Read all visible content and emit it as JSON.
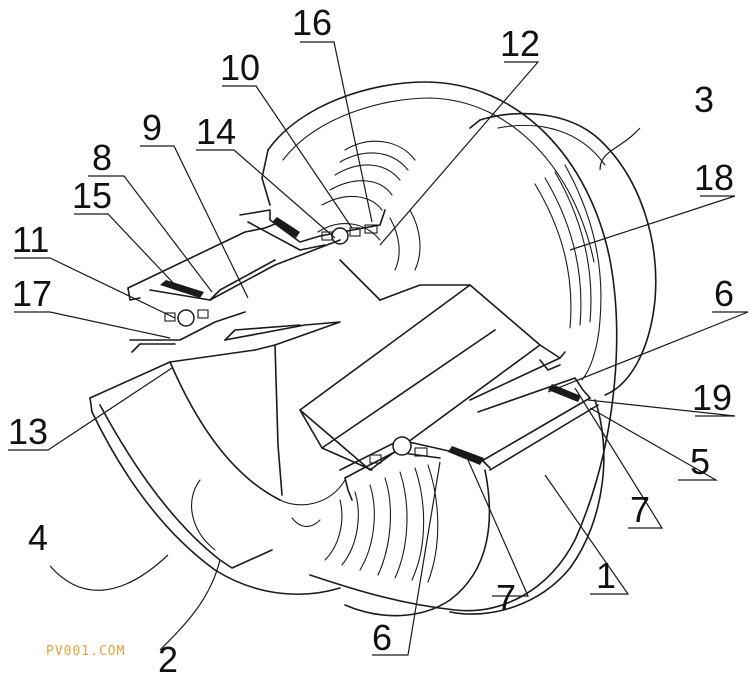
{
  "labels": {
    "l16": "16",
    "l10": "10",
    "l12": "12",
    "l3": "3",
    "l9": "9",
    "l14": "14",
    "l8": "8",
    "l18": "18",
    "l15": "15",
    "l11": "11",
    "l17": "17",
    "l6a": "6",
    "l19": "19",
    "l13": "13",
    "l5": "5",
    "l7a": "7",
    "l4": "4",
    "l1": "1",
    "l7b": "7",
    "l6b": "6",
    "l2": "2"
  },
  "watermark": "PV001.COM",
  "colors": {
    "line": "#1a1a1a",
    "background": "#ffffff",
    "watermark": "#e8a13a"
  }
}
